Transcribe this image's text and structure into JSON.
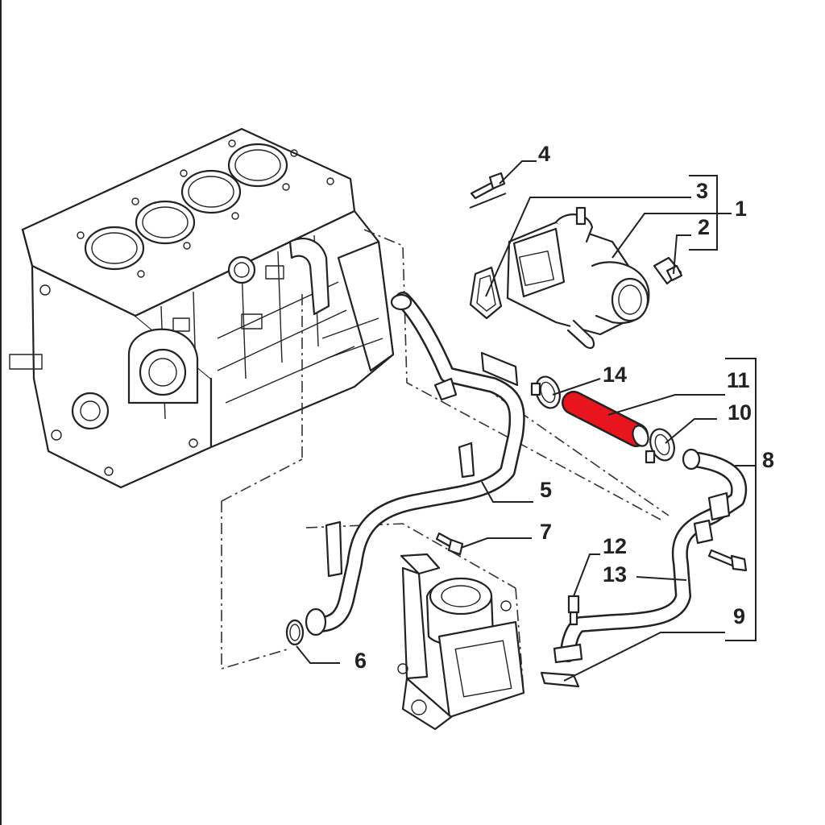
{
  "diagram": {
    "callouts": [
      "1",
      "2",
      "3",
      "4",
      "5",
      "6",
      "7",
      "8",
      "9",
      "10",
      "11",
      "12",
      "13",
      "14"
    ],
    "highlight_color": "#e8141e",
    "highlighted_part": "11"
  }
}
